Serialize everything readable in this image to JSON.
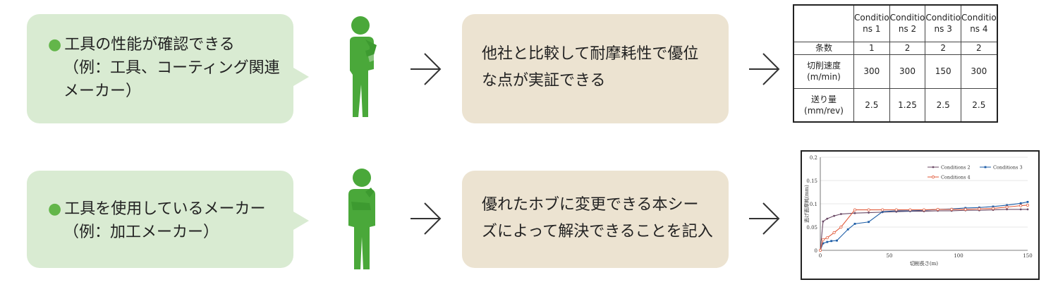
{
  "rows": [
    {
      "bubble_lines": [
        "工具の性能が確認できる",
        "（例：工具、コーティング関連",
        "メーカー）"
      ],
      "result_lines": [
        "他社と比較して耐摩耗性で優位",
        "な点が実証できる"
      ]
    },
    {
      "bubble_lines": [
        "工具を使用しているメーカー",
        "（例：加工メーカー）"
      ],
      "result_lines": [
        "優れたホブに変更できる本シー",
        "ズによって解決できることを記入"
      ]
    }
  ],
  "table": {
    "headers": [
      "",
      "Conditio ns 1",
      "Conditio ns 2",
      "Conditio ns 3",
      "Conditio ns 4"
    ],
    "header_lines": [
      [
        "Conditio",
        "ns 1"
      ],
      [
        "Conditio",
        "ns 2"
      ],
      [
        "Conditio",
        "ns 3"
      ],
      [
        "Conditio",
        "ns 4"
      ]
    ],
    "rows": [
      {
        "label_lines": [
          "条数"
        ],
        "values": [
          "1",
          "2",
          "2",
          "2"
        ]
      },
      {
        "label_lines": [
          "切削速度",
          "(m/min)"
        ],
        "values": [
          "300",
          "300",
          "150",
          "300"
        ]
      },
      {
        "label_lines": [
          "送り量",
          "(mm/rev)"
        ],
        "values": [
          "2.5",
          "1.25",
          "2.5",
          "2.5"
        ]
      }
    ]
  },
  "colors": {
    "bubble": "#d9ebd2",
    "bullet": "#63b64a",
    "result_box": "#ece3d1",
    "person": "#4aa83a",
    "arrow": "#333333",
    "series": [
      "#6b4a66",
      "#1f5fa8",
      "#e05a3a"
    ]
  },
  "chart_data": {
    "type": "line",
    "xlabel": "切削長さ(m)",
    "ylabel": "逃げ面摩耗(mm)",
    "xlim": [
      0,
      150
    ],
    "ylim": [
      0,
      0.2
    ],
    "xticks": [
      "0",
      "50",
      "100",
      "150"
    ],
    "yticks": [
      "0",
      "0.05",
      "0.1",
      "0.15",
      "0.2"
    ],
    "legend_position": "top-right",
    "series": [
      {
        "name": "Conditions 2",
        "x": [
          0,
          2,
          5,
          10,
          15,
          25,
          35,
          45,
          55,
          65,
          75,
          85,
          95,
          105,
          115,
          125,
          135,
          145,
          150
        ],
        "y": [
          0,
          0.062,
          0.068,
          0.074,
          0.078,
          0.08,
          0.081,
          0.082,
          0.083,
          0.084,
          0.084,
          0.085,
          0.085,
          0.086,
          0.086,
          0.087,
          0.088,
          0.088,
          0.088
        ]
      },
      {
        "name": "Conditions 3",
        "x": [
          0,
          2,
          5,
          8,
          12,
          20,
          25,
          35,
          45,
          55,
          65,
          75,
          85,
          95,
          105,
          115,
          125,
          135,
          145,
          150
        ],
        "y": [
          0,
          0.015,
          0.018,
          0.02,
          0.021,
          0.045,
          0.057,
          0.061,
          0.083,
          0.085,
          0.085,
          0.086,
          0.088,
          0.089,
          0.091,
          0.092,
          0.094,
          0.097,
          0.101,
          0.104
        ]
      },
      {
        "name": "Conditions 4",
        "x": [
          0,
          2,
          5,
          10,
          15,
          25,
          35,
          45,
          55,
          65,
          75,
          85,
          95,
          105,
          115,
          125,
          135,
          145,
          150
        ],
        "y": [
          0,
          0.023,
          0.027,
          0.038,
          0.05,
          0.087,
          0.087,
          0.087,
          0.087,
          0.087,
          0.087,
          0.088,
          0.088,
          0.088,
          0.089,
          0.09,
          0.093,
          0.096,
          0.097
        ]
      }
    ]
  }
}
